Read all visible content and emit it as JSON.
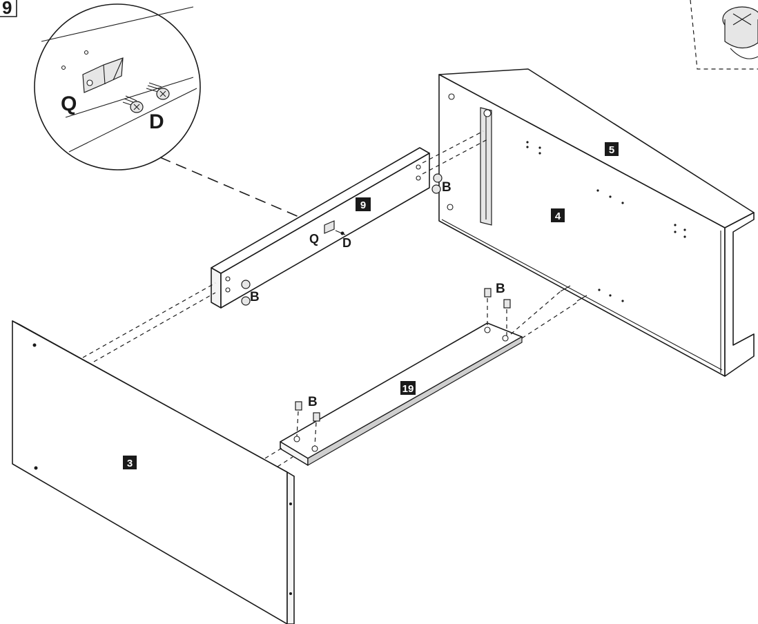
{
  "step": {
    "number": "9"
  },
  "parts": {
    "p3": "3",
    "p4": "4",
    "p5": "5",
    "p9": "9",
    "p19": "19"
  },
  "hardware": {
    "B": "B",
    "D": "D",
    "Q": "Q"
  },
  "colors": {
    "line": "#1a1a1a",
    "background": "#ffffff",
    "tag": "#1a1a1a"
  },
  "icons": [
    "cam-lock-icon",
    "wood-screw-icon",
    "bracket-icon",
    "dowel-icon"
  ]
}
